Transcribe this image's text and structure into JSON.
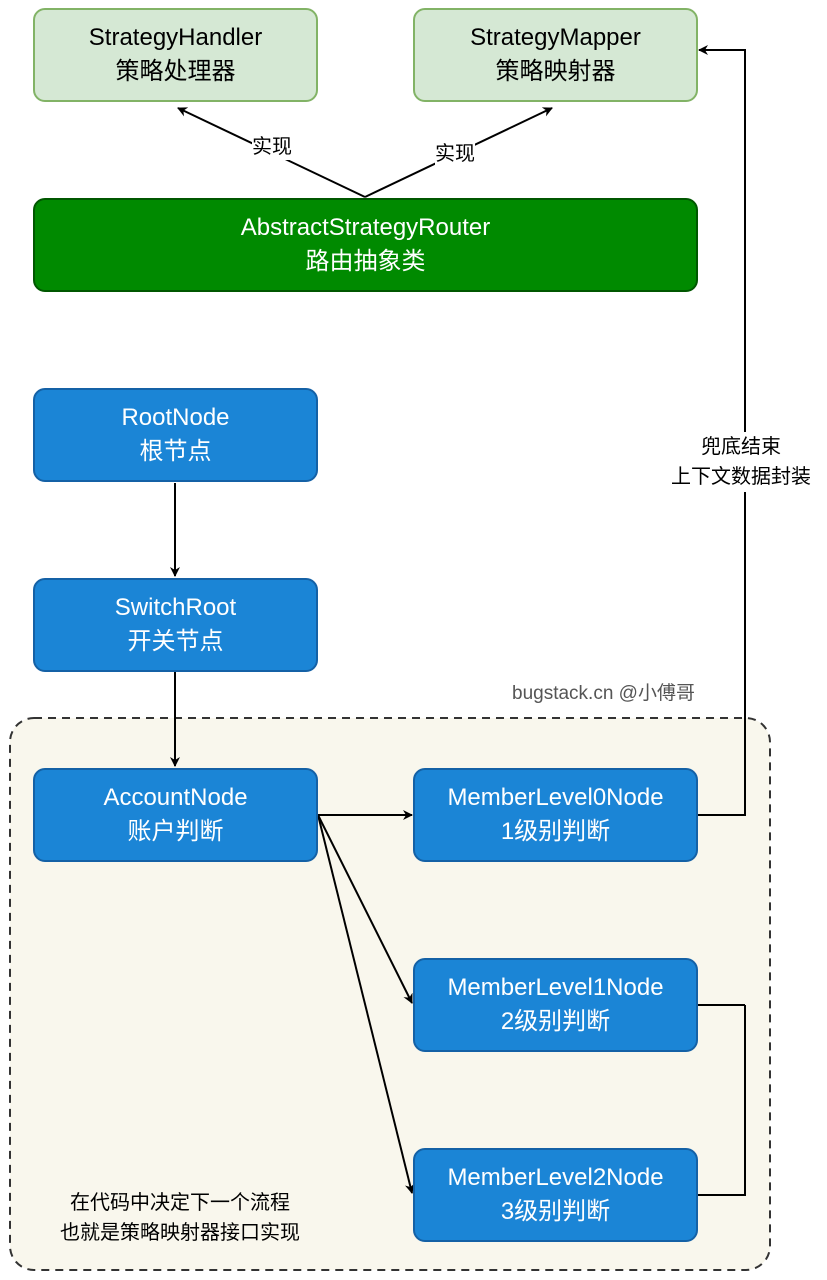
{
  "nodes": {
    "strategy_handler": {
      "line1": "StrategyHandler",
      "line2": "策略处理器"
    },
    "strategy_mapper": {
      "line1": "StrategyMapper",
      "line2": "策略映射器"
    },
    "abstract_router": {
      "line1": "AbstractStrategyRouter",
      "line2": "路由抽象类"
    },
    "root_node": {
      "line1": "RootNode",
      "line2": "根节点"
    },
    "switch_root": {
      "line1": "SwitchRoot",
      "line2": "开关节点"
    },
    "account_node": {
      "line1": "AccountNode",
      "line2": "账户判断"
    },
    "member_level0": {
      "line1": "MemberLevel0Node",
      "line2": "1级别判断"
    },
    "member_level1": {
      "line1": "MemberLevel1Node",
      "line2": "2级别判断"
    },
    "member_level2": {
      "line1": "MemberLevel2Node",
      "line2": "3级别判断"
    }
  },
  "edge_labels": {
    "implement_left": "实现",
    "implement_right": "实现",
    "fallback_line1": "兜底结束",
    "fallback_line2": "上下文数据封装"
  },
  "group_note": {
    "line1": "在代码中决定下一个流程",
    "line2": "也就是策略映射器接口实现"
  },
  "watermark": "bugstack.cn @小傅哥",
  "colors": {
    "light_green_fill": "#d5e8d4",
    "light_green_border": "#82b366",
    "dark_green_fill": "#008a00",
    "blue_fill": "#1b85d6",
    "group_fill": "#f9f7ed"
  }
}
